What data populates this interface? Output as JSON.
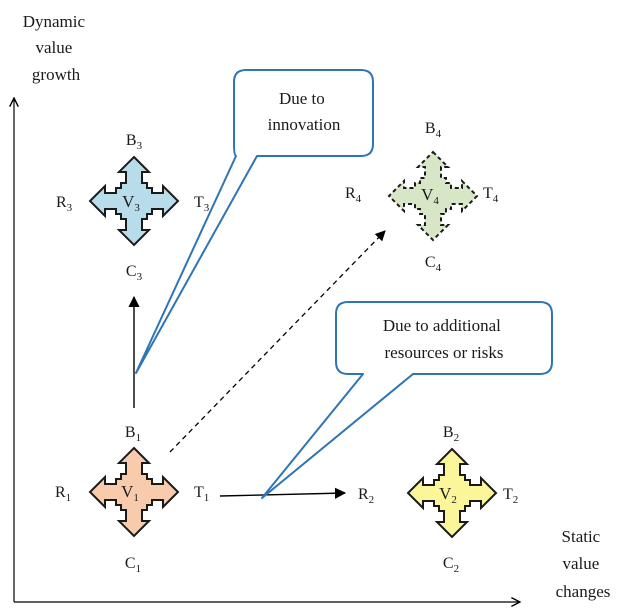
{
  "axes": {
    "y_title": [
      "Dynamic",
      "value",
      "growth"
    ],
    "x_title": [
      "Static",
      "value",
      "changes"
    ]
  },
  "callouts": {
    "innovation": [
      "Due to",
      "innovation"
    ],
    "resources": [
      "Due to additional",
      "resources or risks"
    ]
  },
  "nodes": [
    {
      "id": "1",
      "fill": "#f9cbad",
      "dashed": false,
      "center": {
        "base": "V",
        "sub": "1"
      },
      "top": {
        "base": "B",
        "sub": "1"
      },
      "bottom": {
        "base": "C",
        "sub": "1"
      },
      "left": {
        "base": "R",
        "sub": "1"
      },
      "right": {
        "base": "T",
        "sub": "1"
      }
    },
    {
      "id": "2",
      "fill": "#fbf69a",
      "dashed": false,
      "center": {
        "base": "V",
        "sub": "2"
      },
      "top": {
        "base": "B",
        "sub": "2"
      },
      "bottom": {
        "base": "C",
        "sub": "2"
      },
      "left": {
        "base": "R",
        "sub": "2"
      },
      "right": {
        "base": "T",
        "sub": "2"
      }
    },
    {
      "id": "3",
      "fill": "#b8dcea",
      "dashed": false,
      "center": {
        "base": "V",
        "sub": "3"
      },
      "top": {
        "base": "B",
        "sub": "3"
      },
      "bottom": {
        "base": "C",
        "sub": "3"
      },
      "left": {
        "base": "R",
        "sub": "3"
      },
      "right": {
        "base": "T",
        "sub": "3"
      }
    },
    {
      "id": "4",
      "fill": "#d8e6c8",
      "dashed": true,
      "center": {
        "base": "V",
        "sub": "4"
      },
      "top": {
        "base": "B",
        "sub": "4"
      },
      "bottom": {
        "base": "C",
        "sub": "4"
      },
      "left": {
        "base": "R",
        "sub": "4"
      },
      "right": {
        "base": "T",
        "sub": "4"
      }
    }
  ],
  "colors": {
    "callout_border": "#2e75b6",
    "arrow": "#000000"
  }
}
